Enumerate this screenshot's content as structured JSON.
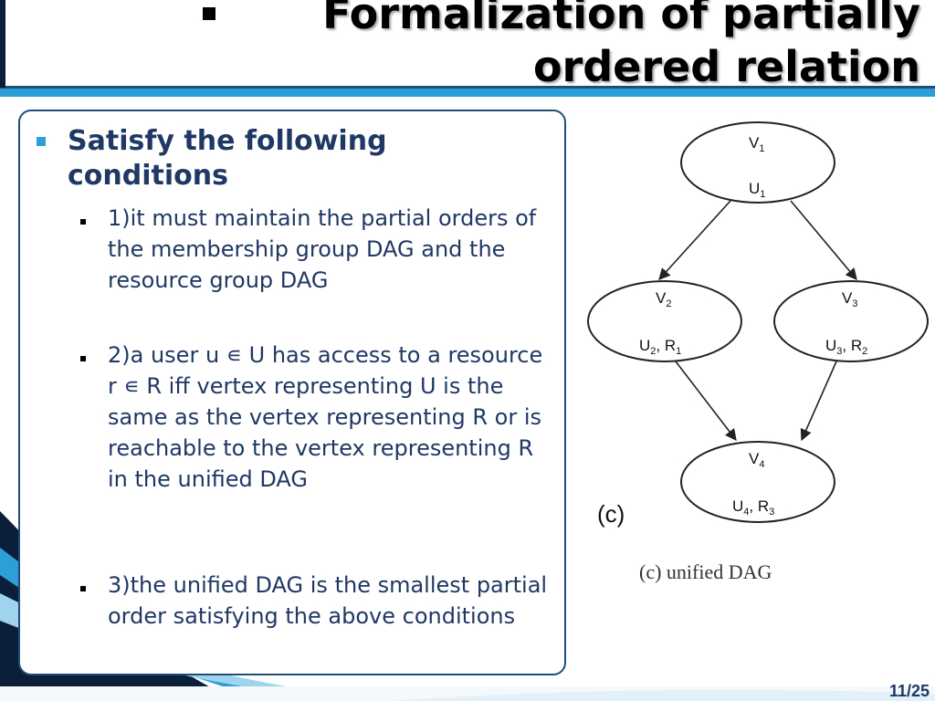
{
  "slide": {
    "title_line1": "Formalization of partially",
    "title_line2": "ordered relation",
    "heading": "Satisfy the following conditions",
    "items": [
      "1)it must maintain the partial orders of the membership group DAG and the resource group DAG",
      "2)a user u ∊ U has access to a resource r ∊ R iff vertex representing U is the same as the vertex representing R or is reachable to the vertex representing R in the unified DAG",
      "3)the unified DAG is the smallest partial order satisfying the above conditions"
    ],
    "page_number": "11/25"
  },
  "diagram": {
    "nodes": [
      {
        "top": "V",
        "top_sub": "1",
        "bottom": [
          {
            "t": "U",
            "s": "1"
          }
        ]
      },
      {
        "top": "V",
        "top_sub": "2",
        "bottom": [
          {
            "t": "U",
            "s": "2"
          },
          {
            "t": ", R",
            "s": "1"
          }
        ]
      },
      {
        "top": "V",
        "top_sub": "3",
        "bottom": [
          {
            "t": "U",
            "s": "3"
          },
          {
            "t": ", R",
            "s": "2"
          }
        ]
      },
      {
        "top": "V",
        "top_sub": "4",
        "bottom": [
          {
            "t": "U",
            "s": "4"
          },
          {
            "t": ", R",
            "s": "3"
          }
        ]
      }
    ],
    "tag": "(c)",
    "caption": "(c) unified DAG"
  },
  "colors": {
    "text": "#1f3864",
    "accent": "#2e9fd6",
    "panel_border": "#1f4e79"
  }
}
